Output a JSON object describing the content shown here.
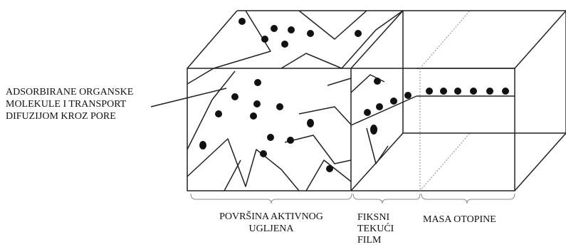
{
  "labels": {
    "adsorbed": [
      "ADSORBIRANE ORGANSKE",
      "MOLEKULE I TRANSPORT",
      "DIFUZIJOM KROZ PORE"
    ],
    "surface": [
      "POVRŠINA AKTIVNOG",
      "UGLJENA"
    ],
    "film": [
      "FIKSNI",
      "TEKUĆI",
      "FILM"
    ],
    "bulk": "MASA OTOPINE"
  },
  "colors": {
    "line": "#222222",
    "particle": "#111111",
    "divider": "#888888"
  }
}
